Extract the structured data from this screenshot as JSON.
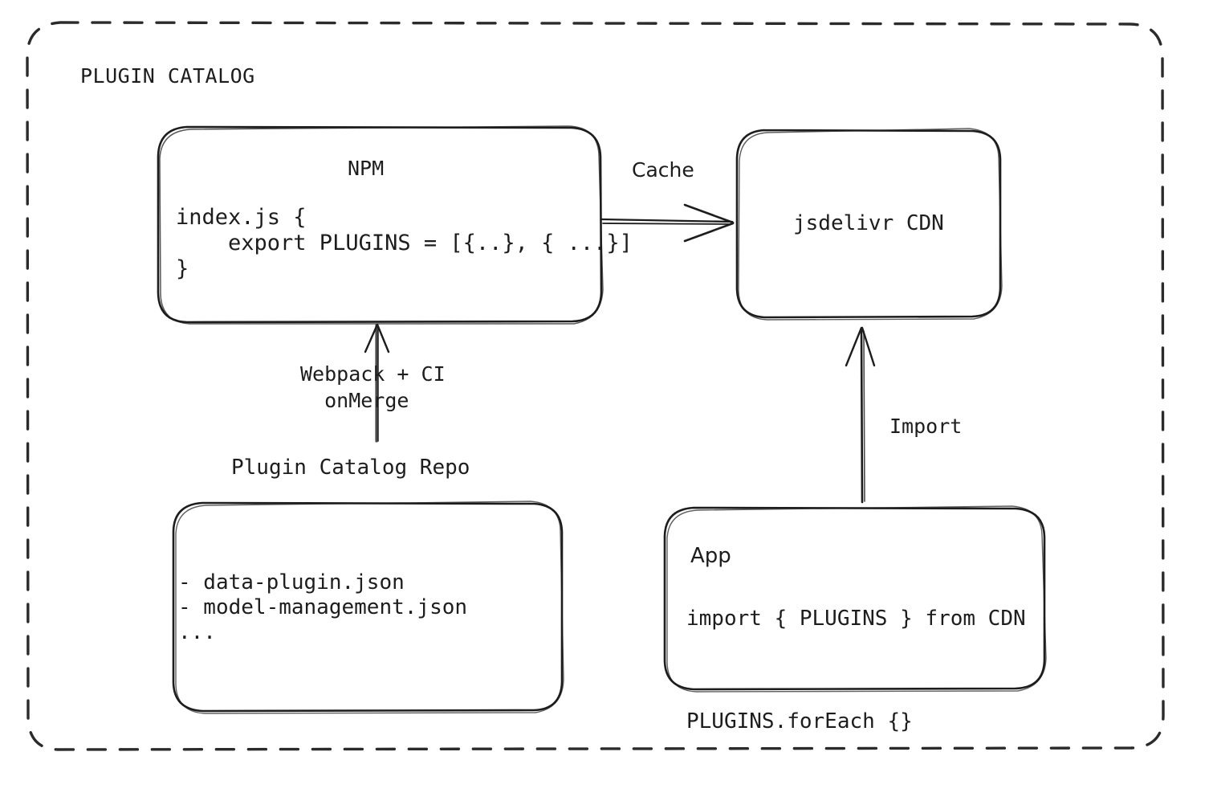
{
  "diagram": {
    "group": {
      "title": "PLUGIN CATALOG",
      "border_style": "dashed",
      "border_color": "#2b2b2b"
    },
    "nodes": {
      "npm": {
        "title": "NPM",
        "code": "index.js {\n    export PLUGINS = [{..}, { ...}]\n}"
      },
      "cdn": {
        "title": "jsdelivr CDN"
      },
      "repo": {
        "label": "Plugin Catalog Repo",
        "files": "- data-plugin.json\n- model-management.json\n..."
      },
      "app": {
        "title": "App",
        "code": "import { PLUGINS } from CDN\n\nPLUGINS.forEach {}"
      }
    },
    "edges": {
      "npm_to_cdn": "Cache",
      "repo_to_npm": "Webpack + CI\n  onMerge",
      "app_to_cdn": "Import"
    },
    "colors": {
      "stroke": "#1d1d1d",
      "text": "#1d1d1d",
      "background": "#ffffff"
    }
  }
}
